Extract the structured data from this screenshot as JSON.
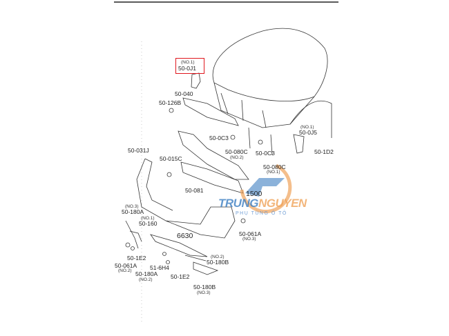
{
  "diagram": {
    "labels": [
      {
        "id": "50-0J1",
        "text": "50-0J1",
        "note": "(NO.1)"
      },
      {
        "id": "50-040",
        "text": "50-040"
      },
      {
        "id": "50-126B",
        "text": "50-126B"
      },
      {
        "id": "50-0C3-a",
        "text": "50-0C3"
      },
      {
        "id": "50-080C-a",
        "text": "50-080C",
        "note": "(NO.2)"
      },
      {
        "id": "50-0C3-b",
        "text": "50-0C3"
      },
      {
        "id": "50-080C-b",
        "text": "50-080C",
        "note": "(NO.1)"
      },
      {
        "id": "50-0J5",
        "text": "50-0J5",
        "note": "(NO.1)"
      },
      {
        "id": "50-1D2",
        "text": "50-1D2"
      },
      {
        "id": "50-031J",
        "text": "50-031J"
      },
      {
        "id": "50-015C",
        "text": "50-015C"
      },
      {
        "id": "50-081",
        "text": "50-081"
      },
      {
        "id": "1500",
        "text": "1500"
      },
      {
        "id": "50-061A-a",
        "text": "50-061A",
        "note": "(NO.3)"
      },
      {
        "id": "50-180A-a",
        "text": "50-180A",
        "note": "(NO.3)"
      },
      {
        "id": "50-160",
        "text": "50-160",
        "note": "(NO.1)"
      },
      {
        "id": "6630",
        "text": "6630"
      },
      {
        "id": "50-1E2-a",
        "text": "50-1E2"
      },
      {
        "id": "50-061A-b",
        "text": "50-061A",
        "note": "(NO.2)"
      },
      {
        "id": "51-6H4",
        "text": "51-6H4"
      },
      {
        "id": "50-180A-b",
        "text": "50-180A",
        "note": "(NO.2)"
      },
      {
        "id": "50-1E2-b",
        "text": "50-1E2"
      },
      {
        "id": "50-180B-a",
        "text": "50-180B",
        "note": "(NO.2)"
      },
      {
        "id": "50-180B-b",
        "text": "50-180B",
        "note": "(NO.3)"
      }
    ]
  },
  "watermark": {
    "brand_a": "TRUNG",
    "brand_b": "NGUYEN",
    "tagline": "PHỤ TÙNG Ô TÔ"
  },
  "colors": {
    "highlight": "#e0161c",
    "brand_blue": "#3d7fc2",
    "brand_orange": "#f0a35a"
  }
}
